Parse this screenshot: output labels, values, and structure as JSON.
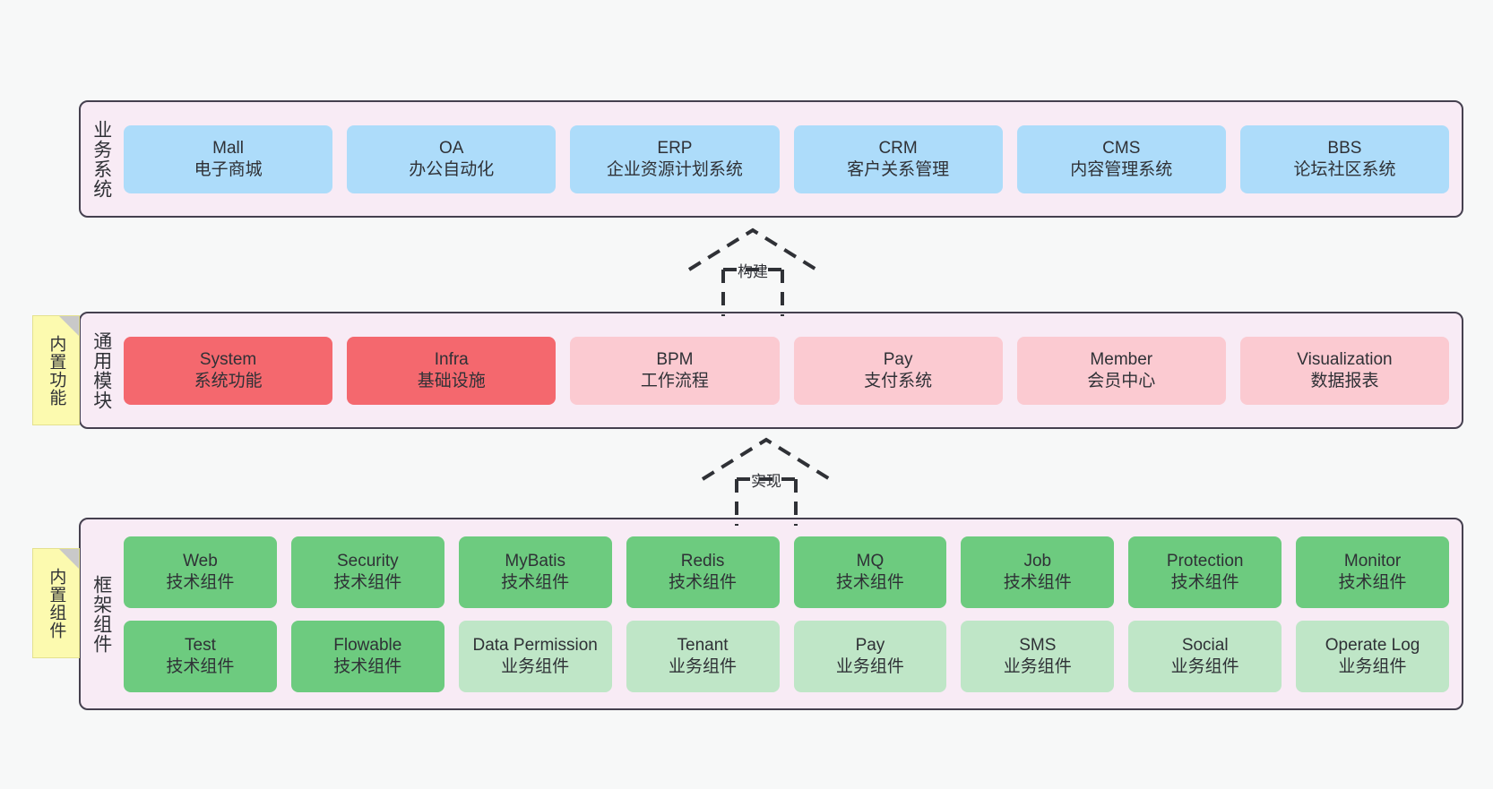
{
  "diagram": {
    "background": "#F7F8F8",
    "panel_bg": "#F8EBF5",
    "panel_border": "#45404F",
    "note_bg": "#FCFAAF"
  },
  "layers": {
    "business": {
      "title": "业务系统",
      "card_color": "#ADDCFA",
      "cards": [
        {
          "name": "Mall",
          "desc": "电子商城"
        },
        {
          "name": "OA",
          "desc": "办公自动化"
        },
        {
          "name": "ERP",
          "desc": "企业资源计划系统"
        },
        {
          "name": "CRM",
          "desc": "客户关系管理"
        },
        {
          "name": "CMS",
          "desc": "内容管理系统"
        },
        {
          "name": "BBS",
          "desc": "论坛社区系统"
        }
      ]
    },
    "modules": {
      "title": "通用模块",
      "note": "内置功能",
      "primary_color": "#F4686E",
      "secondary_color": "#FBCAD1",
      "cards": [
        {
          "name": "System",
          "desc": "系统功能",
          "variant": "c-red"
        },
        {
          "name": "Infra",
          "desc": "基础设施",
          "variant": "c-red"
        },
        {
          "name": "BPM",
          "desc": "工作流程",
          "variant": "c-pink"
        },
        {
          "name": "Pay",
          "desc": "支付系统",
          "variant": "c-pink"
        },
        {
          "name": "Member",
          "desc": "会员中心",
          "variant": "c-pink"
        },
        {
          "name": "Visualization",
          "desc": "数据报表",
          "variant": "c-pink"
        }
      ]
    },
    "framework": {
      "title": "框架组件",
      "note": "内置组件",
      "tech_color": "#6DCB7F",
      "business_color": "#BFE6C7",
      "row_tech": [
        {
          "name": "Web",
          "desc": "技术组件",
          "variant": "c-green"
        },
        {
          "name": "Security",
          "desc": "技术组件",
          "variant": "c-green"
        },
        {
          "name": "MyBatis",
          "desc": "技术组件",
          "variant": "c-green"
        },
        {
          "name": "Redis",
          "desc": "技术组件",
          "variant": "c-green"
        },
        {
          "name": "MQ",
          "desc": "技术组件",
          "variant": "c-green"
        },
        {
          "name": "Job",
          "desc": "技术组件",
          "variant": "c-green"
        },
        {
          "name": "Protection",
          "desc": "技术组件",
          "variant": "c-green"
        },
        {
          "name": "Monitor",
          "desc": "技术组件",
          "variant": "c-green"
        }
      ],
      "row_business": [
        {
          "name": "Test",
          "desc": "技术组件",
          "variant": "c-green"
        },
        {
          "name": "Flowable",
          "desc": "技术组件",
          "variant": "c-green"
        },
        {
          "name": "Data Permission",
          "desc": "业务组件",
          "variant": "c-lightgreen"
        },
        {
          "name": "Tenant",
          "desc": "业务组件",
          "variant": "c-lightgreen"
        },
        {
          "name": "Pay",
          "desc": "业务组件",
          "variant": "c-lightgreen"
        },
        {
          "name": "SMS",
          "desc": "业务组件",
          "variant": "c-lightgreen"
        },
        {
          "name": "Social",
          "desc": "业务组件",
          "variant": "c-lightgreen"
        },
        {
          "name": "Operate Log",
          "desc": "业务组件",
          "variant": "c-lightgreen"
        }
      ]
    }
  },
  "connectors": [
    {
      "id": "build",
      "label": "构建"
    },
    {
      "id": "implement",
      "label": "实现"
    }
  ]
}
